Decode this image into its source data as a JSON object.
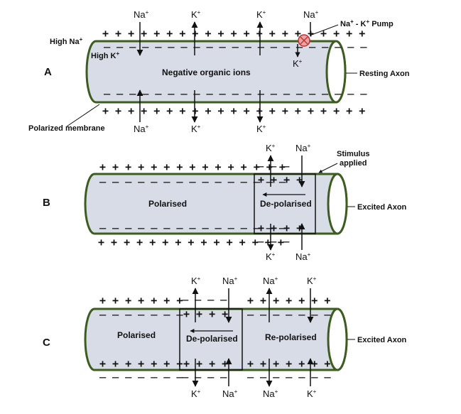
{
  "panels": [
    {
      "letter": "A",
      "side_label": "Resting Axon",
      "center_label": "Negative organic ions",
      "left_labels": {
        "high_na": "High Na",
        "high_na_sup": "+",
        "high_k": "High K",
        "high_k_sup": "+",
        "membrane": "Polarized membrane"
      },
      "pump": {
        "label": "Na",
        "label_sup": "+",
        "label_mid": " - K",
        "label_sup2": "+",
        "label_end": " Pump"
      },
      "top_ions": [
        {
          "symbol": "Na",
          "sup": "+"
        },
        {
          "symbol": "K",
          "sup": "+"
        },
        {
          "symbol": "K",
          "sup": "+"
        },
        {
          "symbol": "Na",
          "sup": "+"
        }
      ],
      "inner_ion": {
        "symbol": "K",
        "sup": "+"
      },
      "bottom_ions": [
        {
          "symbol": "Na",
          "sup": "+"
        },
        {
          "symbol": "K",
          "sup": "+"
        },
        {
          "symbol": "K",
          "sup": "+"
        }
      ],
      "top_outer": "+ + +  + + + +  + + + + +  + + + +  + + + + +",
      "top_inner": "─ ─ ─   ─ ─ ─ ─ ─ ─   ─ ─ ─ ─ ─ ─ ─   ─ ─ ─ ─ ─",
      "bottom_inner": "─ ─ ─   ─ ─ ─ ─ ─ ─   ─ ─ ─ ─ ─ ─ ─   ─ ─ ─ ─ ─",
      "bottom_outer": "+ + +  + + + +  + + + + +  + + + +  + + + + +"
    },
    {
      "letter": "B",
      "side_label": "Excited Axon",
      "polarised_label": "Polarised",
      "depolarised_label": "De-polarised",
      "stimulus_label_1": "Stimulus",
      "stimulus_label_2": "applied",
      "top_ions": [
        {
          "symbol": "K",
          "sup": "+"
        },
        {
          "symbol": "Na",
          "sup": "+"
        }
      ],
      "bottom_ions": [
        {
          "symbol": "K",
          "sup": "+"
        },
        {
          "symbol": "Na",
          "sup": "+"
        }
      ],
      "top_outer": "+ + + + + + + + + + + + + + +",
      "top_inner": "─ ─ ─ ─ ─ ─ ─ ─ ─ ─ ─ ─ ─ ─ ─",
      "bottom_inner": "─ ─ ─ ─ ─ ─ ─ ─ ─ ─ ─ ─ ─ ─ ─",
      "bottom_outer": "+ + + + + + + + + + + + + + +",
      "dep_top_outer": "─   ─   ─",
      "dep_top_inner": "+  + +  +",
      "dep_bottom_inner": "+  + +  +",
      "dep_bottom_outer": "─   ─   ─"
    },
    {
      "letter": "C",
      "side_label": "Excited Axon",
      "polarised_label": "Polarised",
      "depolarised_label": "De-polarised",
      "repolarised_label": "Re-polarised",
      "top_ions": [
        {
          "symbol": "K",
          "sup": "+"
        },
        {
          "symbol": "Na",
          "sup": "+"
        },
        {
          "symbol": "Na",
          "sup": "+"
        },
        {
          "symbol": "K",
          "sup": "+"
        }
      ],
      "bottom_ions": [
        {
          "symbol": "K",
          "sup": "+"
        },
        {
          "symbol": "Na",
          "sup": "+"
        },
        {
          "symbol": "Na",
          "sup": "+"
        },
        {
          "symbol": "K",
          "sup": "+"
        }
      ],
      "pol_top_outer": "+ + + + + + +",
      "pol_top_inner": "─ ─ ─ ─ ─ ─ ─",
      "pol_bottom_inner": "+ + + + + + +",
      "pol_bottom_outer": "─ ─ ─ ─ ─ ─ ─",
      "dep_top_outer": "─   ─ ─   ─",
      "dep_top_inner": "+  + +   +",
      "dep_bottom_inner": "+  + +   +",
      "dep_bottom_outer": "─   ─ ─   ─",
      "rep_top_outer": "+ +   + + + +   +",
      "rep_top_inner": "─ ─   ─ ─ ─ ─   ─",
      "rep_bottom_inner": "+ +   + + + +   +",
      "rep_bottom_outer": "─ ─   ─ ─ ─ ─   ─"
    }
  ]
}
